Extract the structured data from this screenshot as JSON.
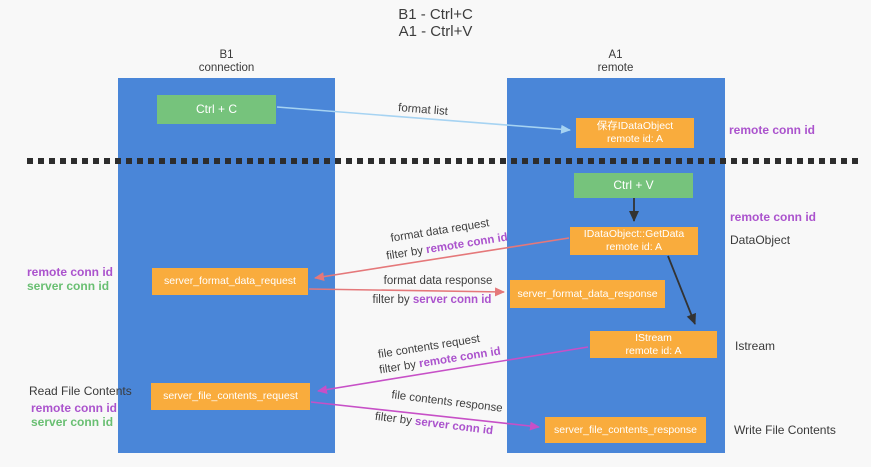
{
  "title": {
    "line1": "B1 - Ctrl+C",
    "line2": "A1 - Ctrl+V"
  },
  "lanes": {
    "left": {
      "name": "B1",
      "role": "connection"
    },
    "right": {
      "name": "A1",
      "role": "remote"
    }
  },
  "boxes": {
    "ctrl_c": {
      "label": "Ctrl + C"
    },
    "ctrl_v": {
      "label": "Ctrl + V"
    },
    "save_dataobject": {
      "line1": "保存IDataObject",
      "line2": "remote id: A"
    },
    "getdata": {
      "line1": "IDataObject::GetData",
      "line2": "remote id: A"
    },
    "istream": {
      "line1": "IStream",
      "line2": "remote id: A"
    },
    "format_request": {
      "label": "server_format_data_request"
    },
    "format_response": {
      "label": "server_format_data_response"
    },
    "file_request": {
      "label": "server_file_contents_request"
    },
    "file_response": {
      "label": "server_file_contents_response"
    }
  },
  "flow_labels": {
    "format_list": "format list",
    "format_data_request": "format data request",
    "format_data_response": "format data response",
    "file_contents_request": "file contents request",
    "file_contents_response": "file contents response",
    "filter_by": "filter by",
    "remote_conn_id": "remote conn id",
    "server_conn_id": "server conn id"
  },
  "annotations": {
    "remote_conn_id_top": "remote conn id",
    "remote_conn_id_mid": "remote conn id",
    "dataobject": "DataObject",
    "istream": "Istream",
    "write_file_contents": "Write File Contents",
    "read_file_contents": "Read File Contents",
    "left_remote_conn_id_1": "remote conn id",
    "left_server_conn_id_1": "server conn id",
    "left_remote_conn_id_2": "remote conn id",
    "left_server_conn_id_2": "server conn id"
  },
  "colors": {
    "lane_blue": "#4a86d8",
    "green_box": "#76c37c",
    "orange_box": "#f9ac3d",
    "purple_text": "#ab53cd",
    "green_text": "#69bf72",
    "arrow_blue": "#a6d3f2",
    "arrow_red": "#e5787a",
    "arrow_magenta": "#c750c7",
    "arrow_black": "#333333",
    "background": "#f8f8f8"
  }
}
